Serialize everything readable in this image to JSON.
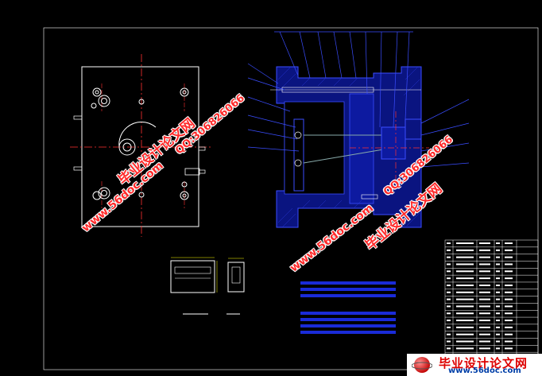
{
  "drawing": {
    "background": "#000000",
    "line_color_white": "#ffffff",
    "centerline_color": "#ff3030",
    "mold_color": "#1a2bd8",
    "leader_color": "#3a4dff",
    "dimension_color": "#ffff00",
    "table_border_color": "#ffffff"
  },
  "watermarks": {
    "site_name": "毕业设计论文网",
    "site_url": "www.56doc.com",
    "qq": "QQ:306826066"
  },
  "brand": {
    "title": "毕业设计论文网",
    "url": "www.56doc.com",
    "logo_icon": "red-sphere-logo"
  }
}
